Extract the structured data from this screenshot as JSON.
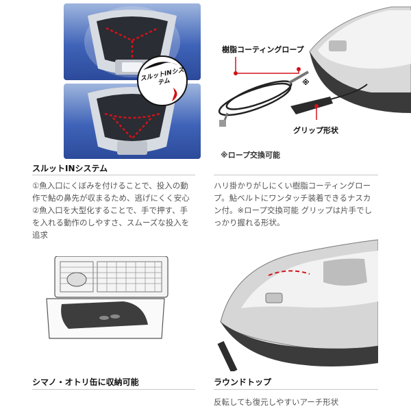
{
  "top_left": {
    "badge_text": "スルットINシステム",
    "heading": "スルットINシステム",
    "description": "①魚入口にくぼみを付けることで、投入の動作で鮎の鼻先が収まるため、逃げにくく安心②魚入口を大型化することで、手で押す、手を入れる動作のしやすさ、スムーズな投入を追求"
  },
  "top_right": {
    "label_rope": "樹脂コーティングロープ",
    "label_grip": "グリップ形状",
    "label_mark": "※",
    "note": "※ロープ交換可能",
    "description": "ハリ掛かりがしにくい樹脂コーティングロープ。鮎ベルトにワンタッチ装着できるナスカン付。※ロープ交換可能 グリップは片手でしっかり握れる形状。"
  },
  "bottom_left": {
    "heading": "シマノ・オトリ缶に収納可能"
  },
  "bottom_right": {
    "heading": "ラウンドトップ",
    "description": "反転しても復元しやすいアーチ形状"
  },
  "colors": {
    "blue": "#3f63b8",
    "red": "#d2121b",
    "gray": "#c8c8c8"
  }
}
